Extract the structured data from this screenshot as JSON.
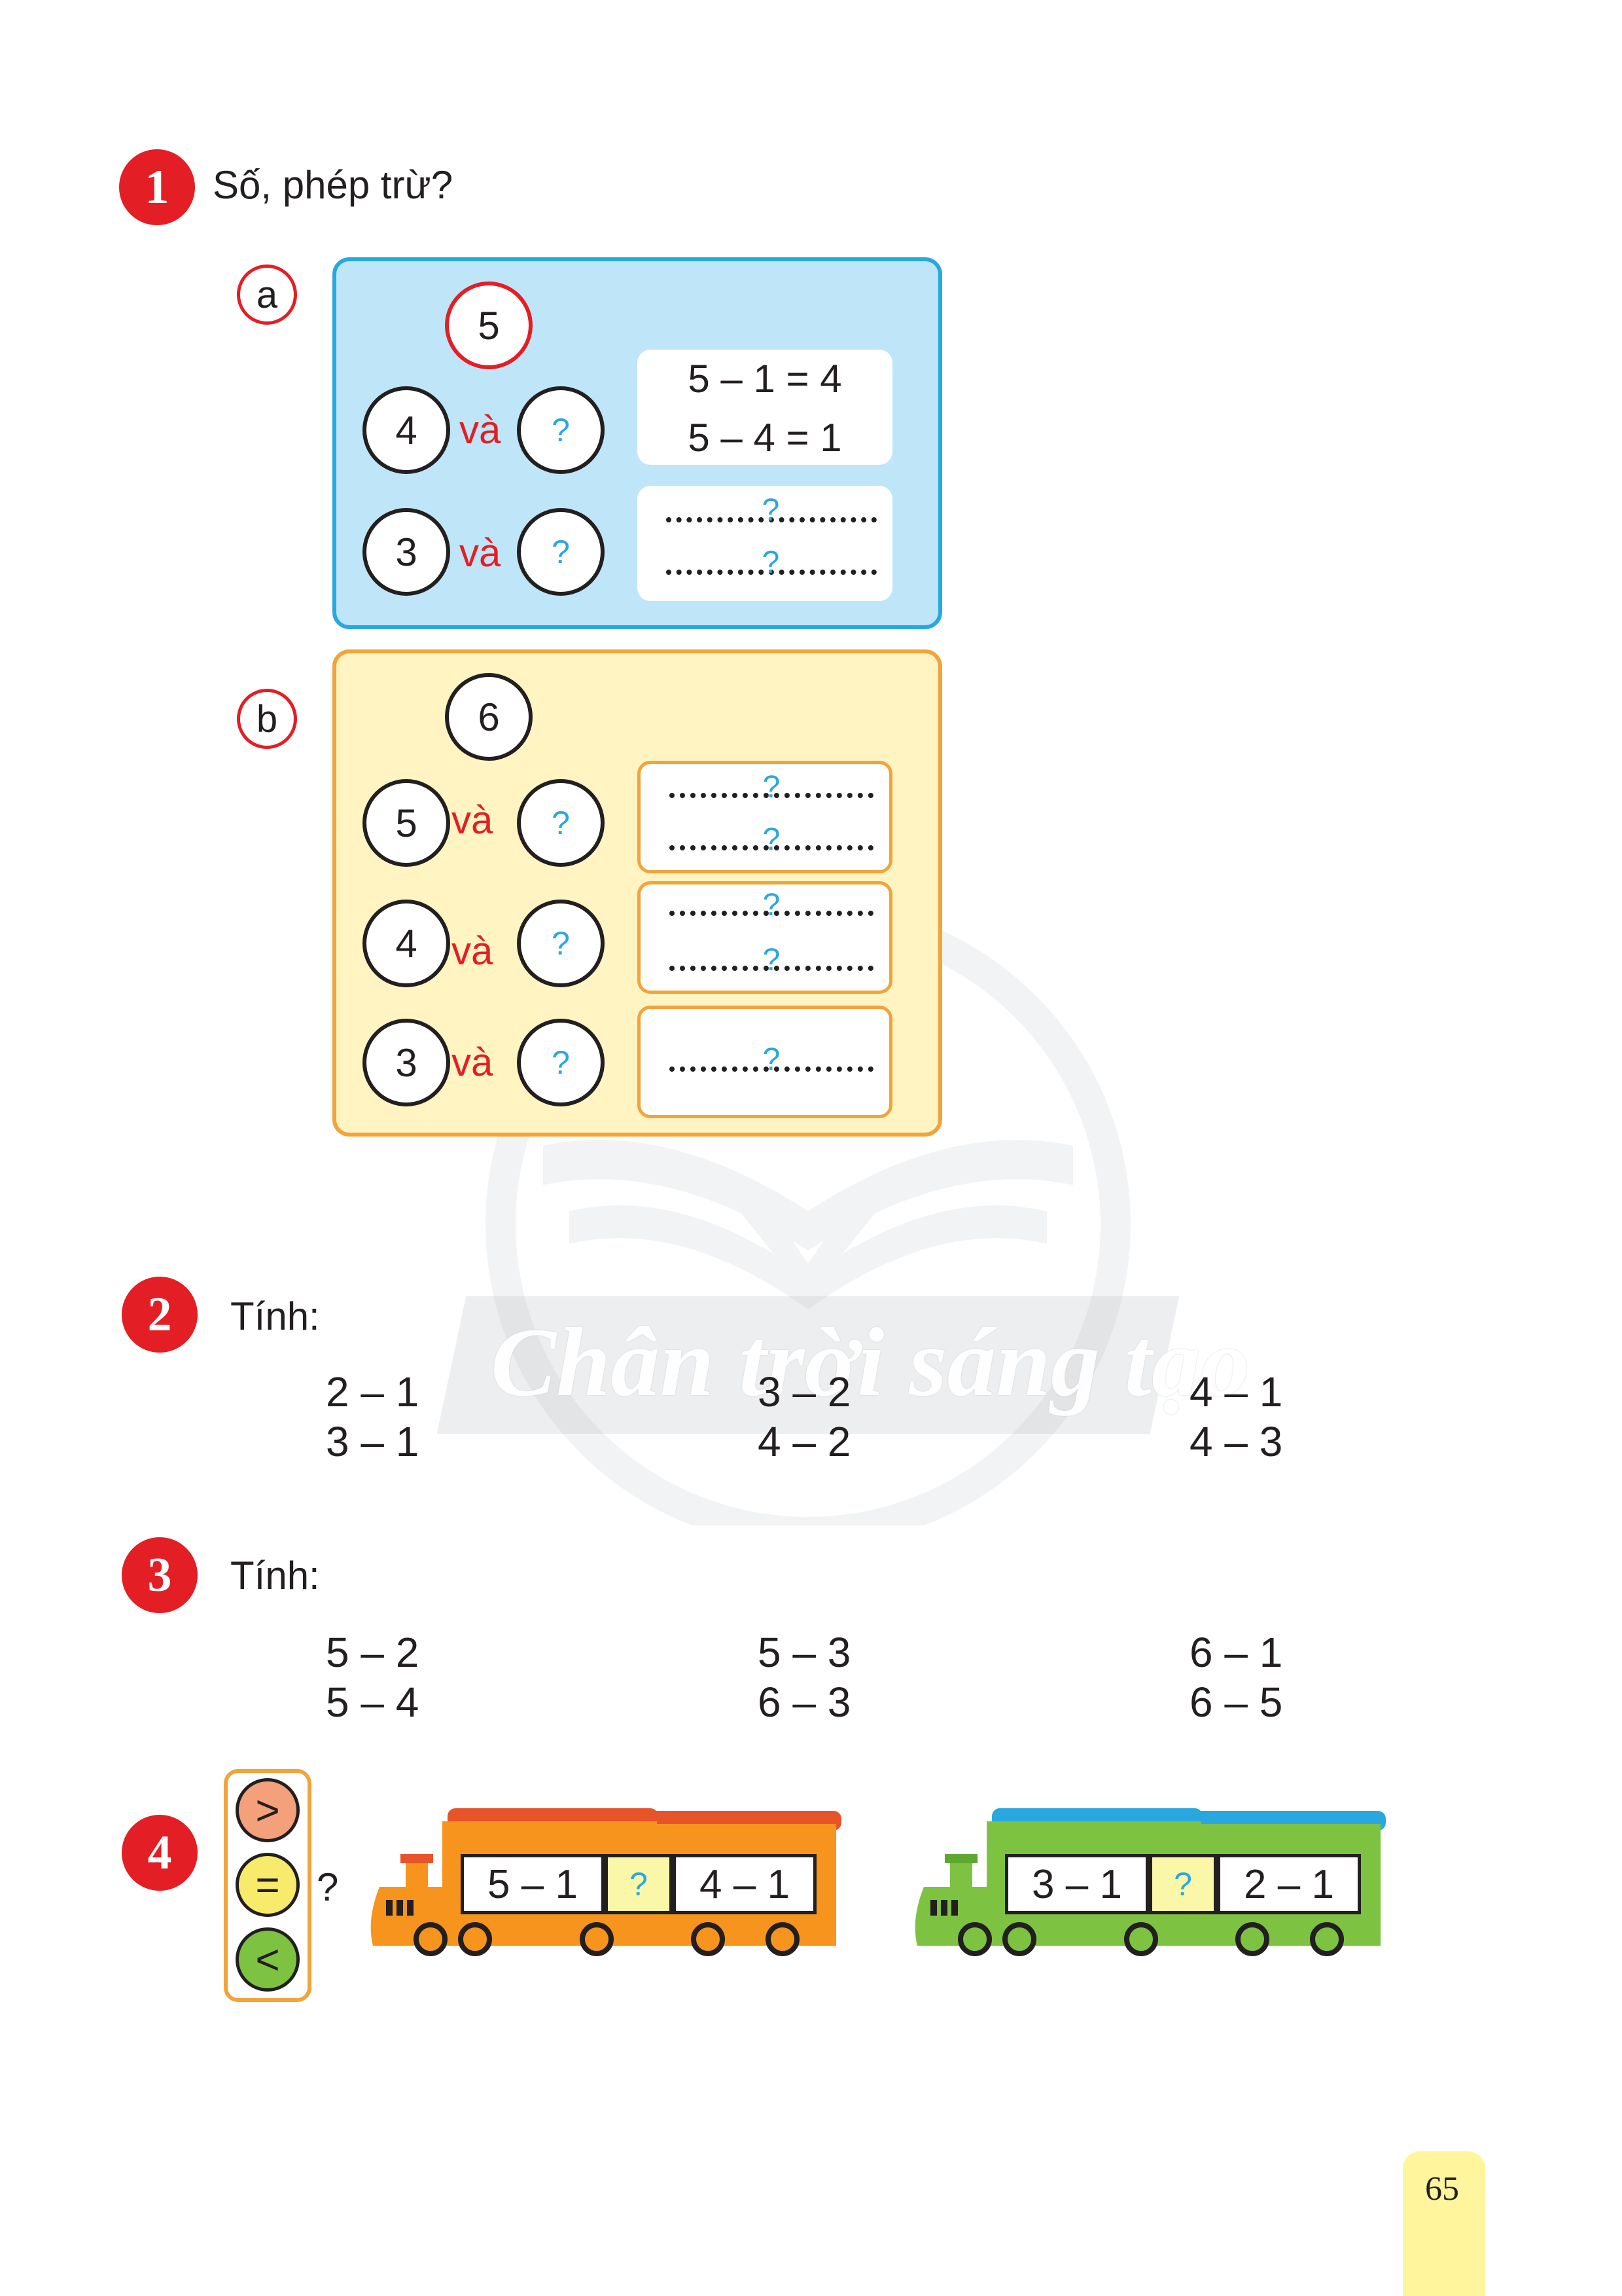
{
  "colors": {
    "red": "#e31e24",
    "blue_panel": "#bfe5f8",
    "blue_border": "#29a8e0",
    "yellow_panel": "#fff4c2",
    "orange_border": "#f2a33a",
    "question": "#29a8e0",
    "page_tab": "#fff59d"
  },
  "watermark": {
    "text": "Chân trời sáng tạo"
  },
  "ex1": {
    "number": "1",
    "title": "Số, phép trừ?",
    "a": {
      "letter": "a",
      "top": "5",
      "rows": [
        {
          "left": "4",
          "and": "và",
          "right": "?",
          "eq1": "5 – 1 = 4",
          "eq2": "5 – 4 = 1"
        },
        {
          "left": "3",
          "and": "và",
          "right": "?",
          "q1": "?",
          "q2": "?"
        }
      ]
    },
    "b": {
      "letter": "b",
      "top": "6",
      "rows": [
        {
          "left": "5",
          "and": "và",
          "right": "?",
          "q1": "?",
          "q2": "?"
        },
        {
          "left": "4",
          "and": "và",
          "right": "?",
          "q1": "?",
          "q2": "?"
        },
        {
          "left": "3",
          "and": "và",
          "right": "?",
          "q1": "?"
        }
      ]
    }
  },
  "ex2": {
    "number": "2",
    "title": "Tính:",
    "columns": [
      [
        "2 – 1",
        "3 – 1"
      ],
      [
        "3 – 2",
        "4 – 2"
      ],
      [
        "4 – 1",
        "4 – 3"
      ]
    ]
  },
  "ex3": {
    "number": "3",
    "title": "Tính:",
    "columns": [
      [
        "5 – 2",
        "5 – 4"
      ],
      [
        "5 – 3",
        "6 – 3"
      ],
      [
        "6 – 1",
        "6 – 5"
      ]
    ]
  },
  "ex4": {
    "number": "4",
    "signs": [
      ">",
      "=",
      "<"
    ],
    "sign_question": "?",
    "trains": [
      {
        "color": "orange",
        "left": "5 – 1",
        "mid": "?",
        "right": "4 – 1"
      },
      {
        "color": "green",
        "left": "3 – 1",
        "mid": "?",
        "right": "2 – 1"
      }
    ]
  },
  "page_number": "65"
}
